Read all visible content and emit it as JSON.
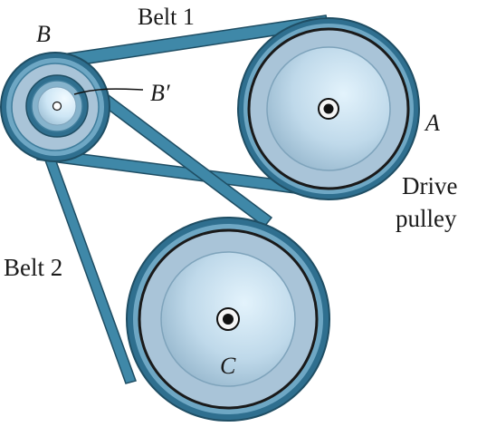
{
  "labels": {
    "belt1": "Belt 1",
    "belt2": "Belt 2",
    "pulley_b": "B",
    "pulley_b_prime": "B′",
    "pulley_a": "A",
    "pulley_c": "C",
    "drive_line1": "Drive",
    "drive_line2": "pulley"
  },
  "colors": {
    "belt": "#3f88a8",
    "belt_edge": "#1f4e64",
    "pulley_rim": "#3f7d9c",
    "pulley_face": "#a9c4d8",
    "pulley_hub": "#cfe6f4",
    "axle": "#111111"
  }
}
